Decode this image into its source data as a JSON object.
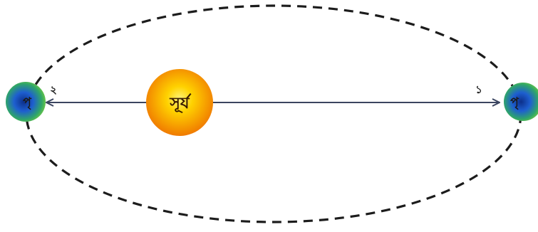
{
  "diagram": {
    "sun_label": "সূর্য",
    "earth_left_label": "পৃ",
    "earth_right_label": "পৃ",
    "position_left_label": "২",
    "position_right_label": "১"
  },
  "colors": {
    "orbit": "#1c1c1c",
    "arrow": "#3b4560",
    "sun_core": "#ffd200",
    "sun_edge": "#f07a00",
    "earth_blue": "#1e5fd0",
    "earth_green": "#4caf2a"
  }
}
